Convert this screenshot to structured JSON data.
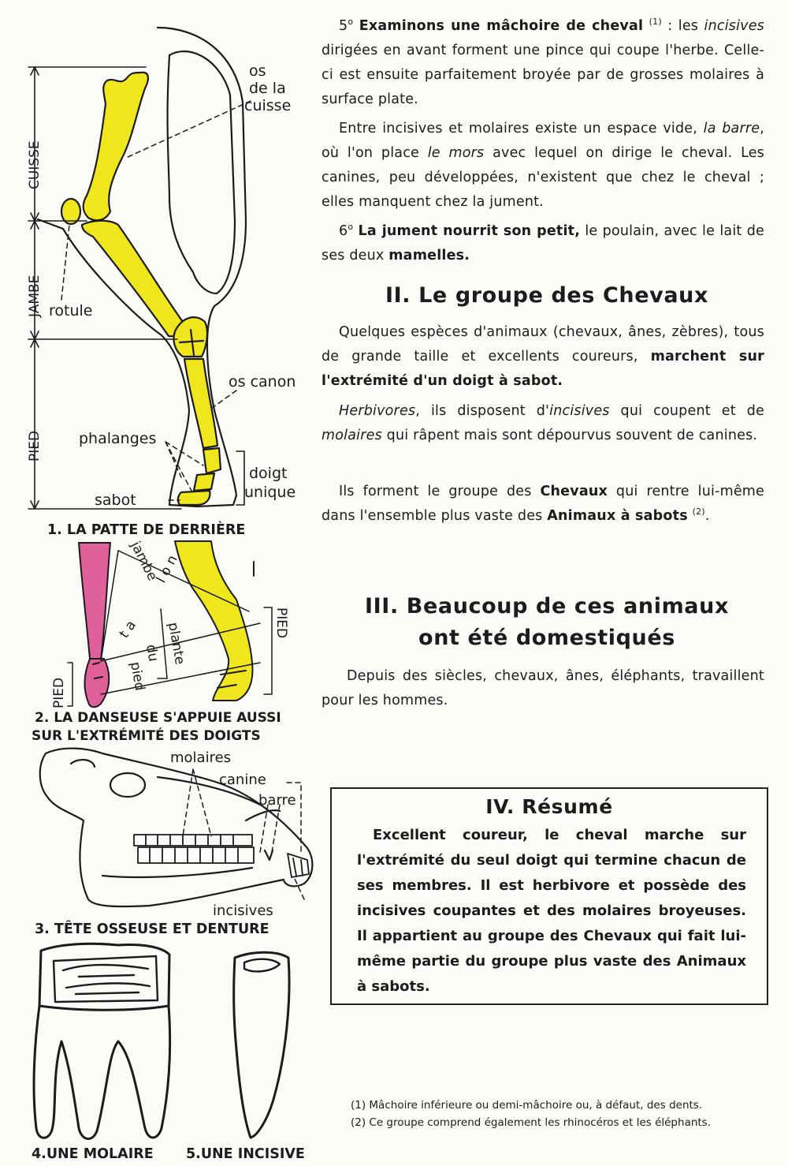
{
  "figures": {
    "leg": {
      "labels": {
        "os_cuisse_1": "os",
        "os_cuisse_2": "de la",
        "os_cuisse_3": "cuisse",
        "cuisse": "CUISSE",
        "jambe": "JAMBE",
        "rotule": "rotule",
        "pied": "PIED",
        "os_canon": "os canon",
        "phalanges": "phalanges",
        "doigt_1": "doigt",
        "doigt_2": "unique",
        "sabot": "sabot"
      },
      "caption": "1. LA PATTE DE DERRIÈRE"
    },
    "dancer": {
      "labels": {
        "jambe": "jambe",
        "long": "l o n",
        "ta": "t a",
        "plante": "plante",
        "du": "du",
        "pied_diag": "pied",
        "pied_right": "PIED",
        "pied_left": "PIED"
      },
      "caption_1": "2. LA DANSEUSE S'APPUIE AUSSI",
      "caption_2": "SUR L'EXTRÉMITÉ DES DOIGTS"
    },
    "skull": {
      "labels": {
        "molaires": "molaires",
        "canine": "canine",
        "barre": "barre",
        "incisives": "incisives"
      },
      "caption": "3. TÊTE OSSEUSE ET DENTURE"
    },
    "teeth": {
      "caption_molar": "4.UNE MOLAIRE",
      "caption_incisor": "5.UNE INCISIVE"
    }
  },
  "colors": {
    "bone": "#f0e61c",
    "leg_pink": "#e0609a",
    "outline": "#1c1c1c"
  },
  "text": {
    "p5": {
      "num": "5",
      "sup": "o",
      "bold": "Examinons une mâchoire de cheval",
      "note": "(1)",
      "s1": " : les ",
      "it1": "incisives",
      "s2": " dirigées en avant forment une pince qui coupe l'herbe. Celle-ci est ensuite parfaitement broyée par de grosses molaires à surface plate."
    },
    "p_barre": {
      "s1": "Entre incisives et molaires existe un espace vide, ",
      "it1": "la barre",
      "s2": ", où l'on place ",
      "it2": "le mors",
      "s3": " avec lequel on dirige le cheval. Les canines, peu développées, n'existent que chez le cheval ; elles manquent chez la jument."
    },
    "p6": {
      "num": "6",
      "sup": "o",
      "bold": "La jument nourrit son petit,",
      "s1": " le poulain, avec le lait de ses deux ",
      "bold2": "mamelles."
    },
    "h2": "II. Le groupe des Chevaux",
    "p_especes": {
      "s1": "Quelques espèces d'animaux (chevaux, ânes, zèbres), tous de grande taille et excellents coureurs, ",
      "bold": "marchent sur l'extrémité d'un doigt à sabot."
    },
    "p_herbivores": {
      "it1": "Herbivores",
      "s1": ", ils disposent d'",
      "it2": "incisives",
      "s2": " qui coupent et de ",
      "it3": "molaires",
      "s3": " qui râpent mais sont dépourvus souvent de canines."
    },
    "p_forment": {
      "s1": "Ils forment le groupe des ",
      "bold1": "Chevaux",
      "s2": " qui rentre lui-même dans l'ensemble plus vaste des ",
      "bold2": "Animaux à sabots",
      "note": "(2)",
      "s3": "."
    },
    "h3_line1": "III. Beaucoup de ces animaux",
    "h3_line2": "ont été domestiqués",
    "p_depuis": "Depuis des siècles, chevaux, ânes, éléphants, travaillent pour les hommes.",
    "resume_title": "IV. Résumé",
    "resume_text": "Excellent coureur, le cheval marche sur l'extrémité du seul doigt qui termine chacun de ses membres. Il est herbivore et possède des incisives coupantes et des molaires broyeuses. Il appartient au groupe des Chevaux qui fait lui-même partie du groupe plus vaste des Animaux à sabots.",
    "footnote1": "(1) Mâchoire inférieure ou demi-mâchoire ou, à défaut, des dents.",
    "footnote2": "(2) Ce groupe comprend également les rhinocéros et les éléphants."
  }
}
